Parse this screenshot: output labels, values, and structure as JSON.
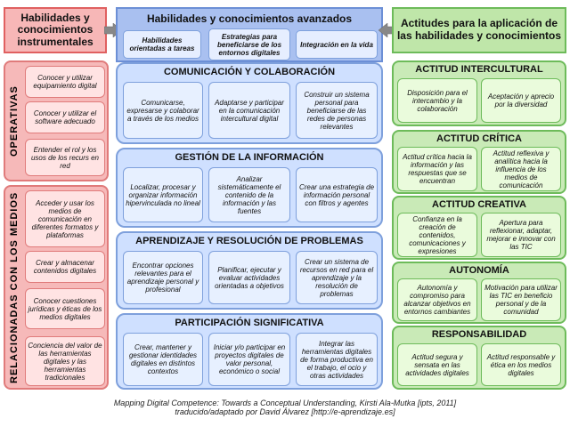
{
  "header": {
    "left_title": "Habilidades y conocimientos instrumentales",
    "middle_title": "Habilidades y conocimientos avanzados",
    "middle_subs": [
      "Habilidades orientadas a tareas",
      "Estrategias para beneficiarse de los entornos digitales",
      "Integración en la vida"
    ],
    "right_title": "Actitudes para la aplicación de las habilidades y conocimientos"
  },
  "left": {
    "operativas": {
      "label": "OPERATIVAS",
      "items": [
        "Conocer y utilizar equipamiento digital",
        "Conocer y utilizar el software adecuado",
        "Entender el rol y los usos de los recurs en red"
      ]
    },
    "medios": {
      "label": "RELACIONADAS CON LOS MEDIOS",
      "items": [
        "Acceder y usar los medios de comunicación en diferentes formatos y plataformas",
        "Crear y almacenar contenidos digitales",
        "Conocer cuestiones jurídicas y éticas de los medios digitales",
        "Conciencia del valor de las herramientas digitales y las herramientas tradicionales"
      ]
    }
  },
  "middle": [
    {
      "title": "COMUNICACIÓN Y COLABORACIÓN",
      "items": [
        "Comunicarse, expresarse y colaborar a través de los medios",
        "Adaptarse y participar en la comunicación intercultural digital",
        "Construir un sistema personal para beneficiarse de las redes de personas relevantes"
      ]
    },
    {
      "title": "GESTIÓN DE LA INFORMACIÓN",
      "items": [
        "Localizar, procesar y organizar información hipervinculada no lineal",
        "Analizar sistemáticamente el contenido de la información y las fuentes",
        "Crear una estrategia de información personal con filtros y agentes"
      ]
    },
    {
      "title": "APRENDIZAJE Y RESOLUCIÓN DE PROBLEMAS",
      "items": [
        "Encontrar opciones relevantes para el aprendizaje personal y profesional",
        "Planificar, ejecutar y evaluar actividades orientadas a objetivos",
        "Crear un sistema de recursos en red para el aprendizaje y la resolución de problemas"
      ]
    },
    {
      "title": "PARTICIPACIÓN SIGNIFICATIVA",
      "items": [
        "Crear, mantener y gestionar identidades digitales en distintos contextos",
        "Iniciar y/o participar en proyectos digitales de valor personal, económico o social",
        "Integrar las herramientas digitales de forma productiva en el trabajo, el ocio y otras actividades"
      ]
    }
  ],
  "right": [
    {
      "title": "ACTITUD INTERCULTURAL",
      "items": [
        "Disposición para el intercambio y la colaboración",
        "Aceptación y aprecio por la diversidad"
      ]
    },
    {
      "title": "ACTITUD CRÍTICA",
      "items": [
        "Actitud crítica hacia la información y las respuestas que se encuentran",
        "Actitud reflexiva y analítica hacia la influencia de los medios de comunicación"
      ]
    },
    {
      "title": "ACTITUD CREATIVA",
      "items": [
        "Confianza en la creación de contenidos, comunicaciones y expresiones",
        "Apertura para reflexionar, adaptar, mejorar e innovar con las TIC"
      ]
    },
    {
      "title": "AUTONOMÍA",
      "items": [
        "Autonomía y compromiso para alcanzar objetivos en entornos cambiantes",
        "Motivación para utilizar las TIC en beneficio personal y de la comunidad"
      ]
    },
    {
      "title": "RESPONSABILIDAD",
      "items": [
        "Actitud segura y sensata en las actividades digitales",
        "Actitud responsable y ética en los medios digitales"
      ]
    }
  ],
  "caption": {
    "line1": "Mapping Digital Competence: Towards a Conceptual Understanding, Kirsti Ala-Mutka [ipts, 2011]",
    "line2": "traducido/adaptado por David Álvarez [http://e-aprendizaje.es]"
  }
}
